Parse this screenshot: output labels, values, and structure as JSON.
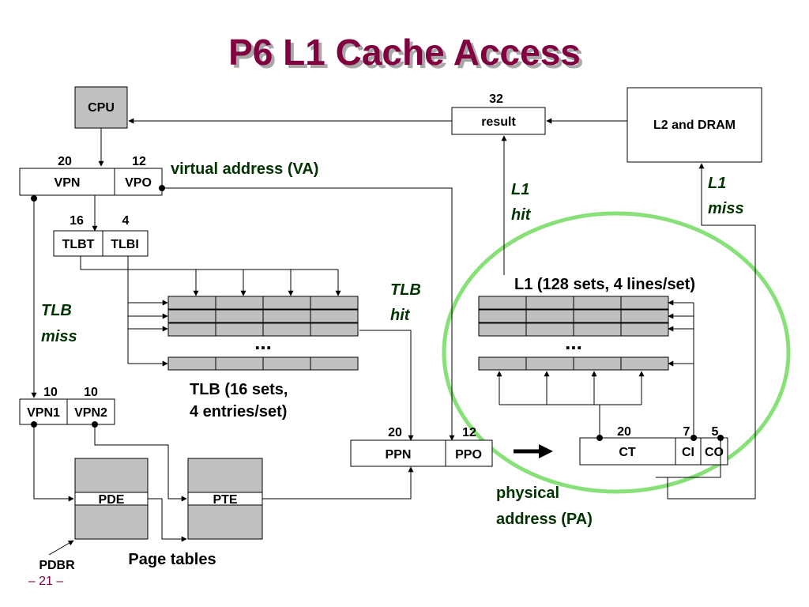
{
  "title": "P6 L1 Cache Access",
  "cpu_label": "CPU",
  "result": {
    "label": "result",
    "bits": "32"
  },
  "l2_label": "L2 and DRAM",
  "va": {
    "caption": "virtual address (VA)",
    "vpn": "VPN",
    "vpo": "VPO",
    "vpn_bits": "20",
    "vpo_bits": "12"
  },
  "tlb_index": {
    "tlbt": "TLBT",
    "tlbi": "TLBI",
    "tlbt_bits": "16",
    "tlbi_bits": "4"
  },
  "tlb_miss": [
    "TLB",
    "miss"
  ],
  "tlb_hit": [
    "TLB",
    "hit"
  ],
  "l1_hit": [
    "L1",
    "hit"
  ],
  "l1_miss": [
    "L1",
    "miss"
  ],
  "ellipsis": "...",
  "tlb_caption": [
    "TLB (16 sets,",
    "4 entries/set)"
  ],
  "l1_caption": "L1 (128 sets, 4 lines/set)",
  "vpn_split": {
    "vpn1": "VPN1",
    "vpn2": "VPN2",
    "vpn1_bits": "10",
    "vpn2_bits": "10"
  },
  "pa": {
    "ppn": "PPN",
    "ppo": "PPO",
    "ppn_bits": "20",
    "ppo_bits": "12"
  },
  "pa_split": {
    "ct": "CT",
    "ci": "CI",
    "co": "CO",
    "ct_bits": "20",
    "ci_bits": "7",
    "co_bits": "5"
  },
  "pa_caption": [
    "physical",
    "address (PA)"
  ],
  "pde": "PDE",
  "pte": "PTE",
  "pdbr": "PDBR",
  "page_tables": "Page tables",
  "page_number": "– 21 –",
  "colors": {
    "title": "#800040",
    "highlight_circle": "#88e078",
    "cell_gray": "#c0c0c0",
    "green_text": "#003300"
  }
}
